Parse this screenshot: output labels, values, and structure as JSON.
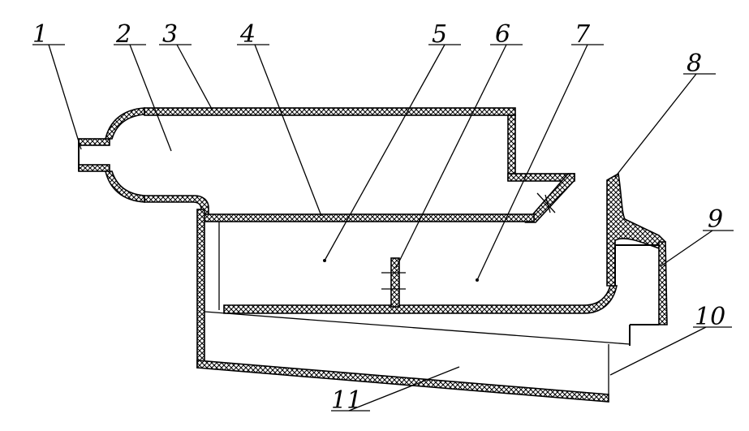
{
  "labels": [
    {
      "id": "1",
      "text": "1"
    },
    {
      "id": "2",
      "text": "2"
    },
    {
      "id": "3",
      "text": "3"
    },
    {
      "id": "4",
      "text": "4"
    },
    {
      "id": "5",
      "text": "5"
    },
    {
      "id": "6",
      "text": "6"
    },
    {
      "id": "7",
      "text": "7"
    },
    {
      "id": "8",
      "text": "8"
    },
    {
      "id": "9",
      "text": "9"
    },
    {
      "id": "10",
      "text": "10"
    },
    {
      "id": "11",
      "text": "11"
    }
  ]
}
